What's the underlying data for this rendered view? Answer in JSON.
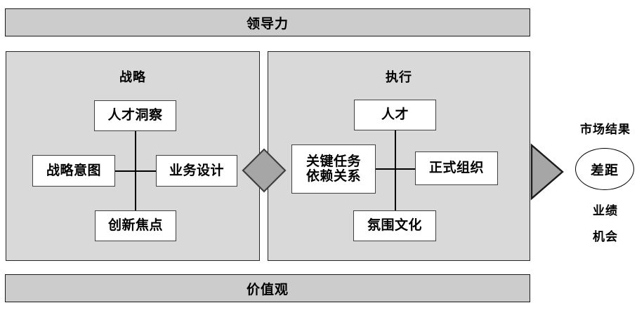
{
  "diagram": {
    "title_banner": {
      "label": "领导力"
    },
    "bottom_banner": {
      "label": "价值观"
    },
    "panels": [
      {
        "id": "strategy",
        "title": "战略",
        "nodes": [
          {
            "id": "talent-insight",
            "label": "人才洞察",
            "position": "top"
          },
          {
            "id": "strategic-intent",
            "label": "战略意图",
            "position": "left"
          },
          {
            "id": "business-design",
            "label": "业务设计",
            "position": "right"
          },
          {
            "id": "innovation-focus",
            "label": "创新焦点",
            "position": "bottom"
          }
        ]
      },
      {
        "id": "execution",
        "title": "执行",
        "nodes": [
          {
            "id": "talent",
            "label": "人才",
            "position": "top"
          },
          {
            "id": "key-tasks",
            "label": "关键任务\n依赖关系",
            "position": "left"
          },
          {
            "id": "formal-org",
            "label": "正式组织",
            "position": "right"
          },
          {
            "id": "culture",
            "label": "氛围文化",
            "position": "bottom"
          }
        ]
      }
    ],
    "connector": {
      "id": "diamond-connector",
      "shape": "diamond",
      "label": ""
    },
    "arrow": {
      "id": "arrow-triangle",
      "shape": "triangle-right",
      "label": ""
    },
    "results": {
      "heading": "市场结果",
      "gap_label": "差距",
      "items": [
        "业绩",
        "机会"
      ]
    }
  },
  "colors": {
    "banner_fill": "#cccccc",
    "panel_fill": "#d9d9d9",
    "node_fill": "#ffffff",
    "shape_gray": "#a6a6a6",
    "outline": "#404040",
    "text": "#000000"
  }
}
